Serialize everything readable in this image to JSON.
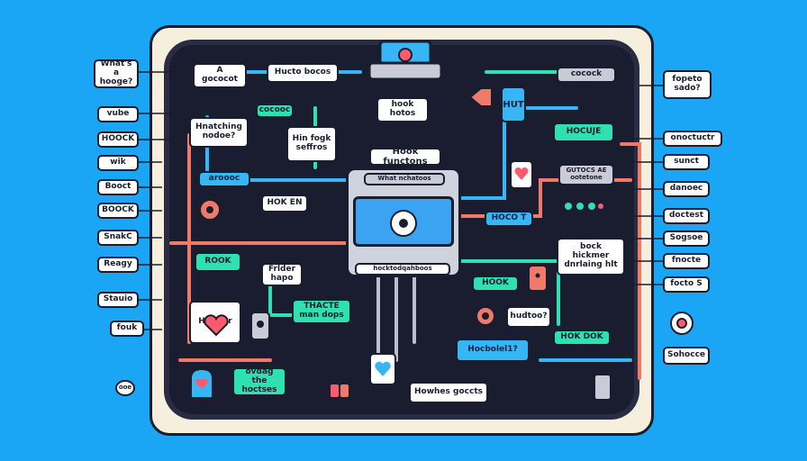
{
  "center": {
    "title": "Hook functons",
    "subtitle": "What nchatoos",
    "footer": "hocktodqahboos"
  },
  "left_labels": [
    "What's a hooge?",
    "vube",
    "HOOCK",
    "wik",
    "Booct",
    "BOOCK",
    "SnakC",
    "Reagy",
    "Stauio",
    "fouk",
    "ooe"
  ],
  "right_labels": [
    "fopeto sado?",
    "onoctuctr",
    "sunct",
    "danoec",
    "doctest",
    "Sogsoe",
    "fnocte",
    "focto S",
    "Sohocce"
  ],
  "inner_labels": {
    "top_a": "A gococot",
    "top_b": "Hucto bocos",
    "top_right": "cocock",
    "hook_hotos": "hook hotos",
    "hatching": "Hnatching nodoe?",
    "cocooc": "cocooc",
    "hin_fogk": "Hin fogk seffros",
    "aroooc": "aroooc",
    "hok_en": "HOK EN",
    "hocuje": "HOCUJE",
    "gutocs": "GUTOCS AE ootetone",
    "hocot": "HOCO T",
    "rook": "ROOK",
    "frlder": "Frlder hapo",
    "bock": "bock hickmer dnrlaing hlt",
    "hook": "HOOK",
    "hop": "Hop str",
    "thacte": "THACTE man dops",
    "hudtoo": "hudtoo?",
    "hok_dok": "HOK DOK",
    "hocbolel": "Hocbolel1?",
    "ovdag": "ovdag the hoctses",
    "howhes": "Howhes goccts",
    "hut": "HUT"
  },
  "colors": {
    "background": "#1aa6f5",
    "board": "#f6efdd",
    "inner": "#1a1c30",
    "wire_red": "#f07a6a",
    "wire_teal": "#2fe0b0",
    "wire_blue": "#36b6f4",
    "wire_gray": "#b9bfcc",
    "accent_pink": "#ff5b6e"
  },
  "icons": [
    "robot-icon",
    "heart-icon",
    "gear-icon",
    "target-icon",
    "chip-icon",
    "chat-bubble-icon",
    "battery-icon"
  ]
}
